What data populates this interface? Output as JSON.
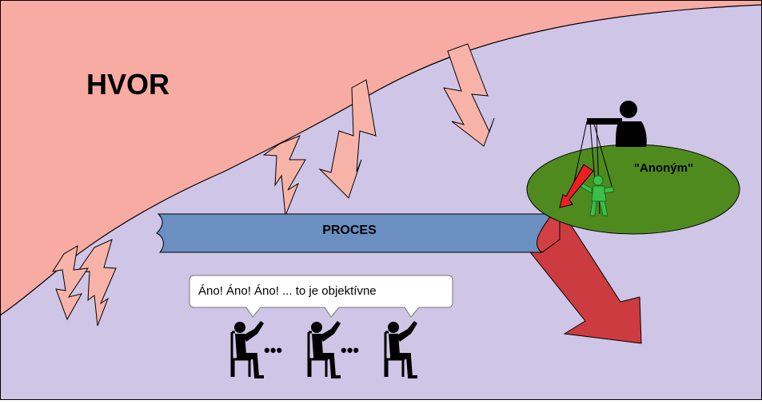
{
  "diagram": {
    "region_label": "HVOR",
    "process_label": "PROCES",
    "controller_label": "\"Anoným\"",
    "speech_text": "Áno! Áno! Áno! ... to je objektívne",
    "ellipsis_1": "•••",
    "ellipsis_2": "•••"
  },
  "colors": {
    "background": "#cfc5e6",
    "region": "#f7aba2",
    "bolt": "#f8b3a8",
    "process_bar": "#6b8fc0",
    "process_bar_end": "#d34043",
    "arrow": "#cc3b3f",
    "ellipse": "#4f8a1e",
    "puppet": "#3bbf47",
    "red_marker": "#ee1e24",
    "speech_bubble": "#ffffff",
    "silhouette": "#000000"
  }
}
